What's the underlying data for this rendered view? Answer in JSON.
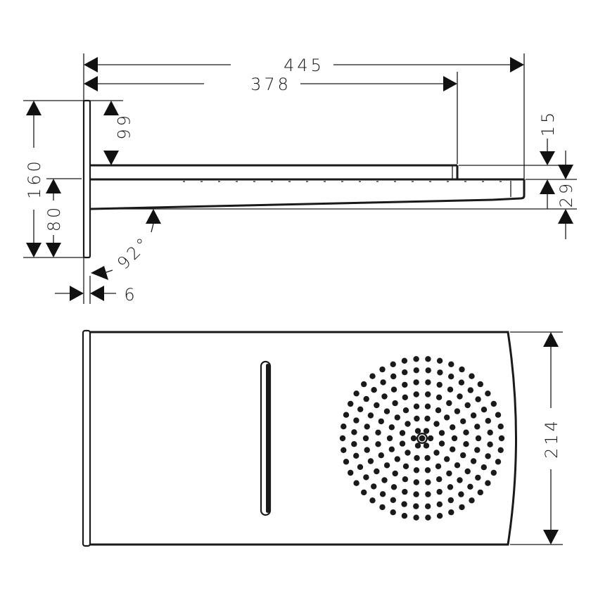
{
  "drawing": {
    "type": "technical dimension drawing",
    "subject": "wall-mounted shower head",
    "units": "mm",
    "line_color": "#1a1a1a",
    "background": "#ffffff"
  },
  "side_view": {
    "dimensions": {
      "overall_length": "445",
      "upper_plate_length": "378",
      "wall_plate_height": "160",
      "top_to_arm": "66",
      "center_height": "80",
      "upper_plate_thickness": "15",
      "head_thickness": "29",
      "wall_plate_thickness": "6",
      "angle": "92°"
    }
  },
  "bottom_view": {
    "dimensions": {
      "width": "214"
    },
    "features": [
      "wall-plate",
      "rain-slot",
      "nozzle-array",
      "center-nozzle"
    ]
  }
}
